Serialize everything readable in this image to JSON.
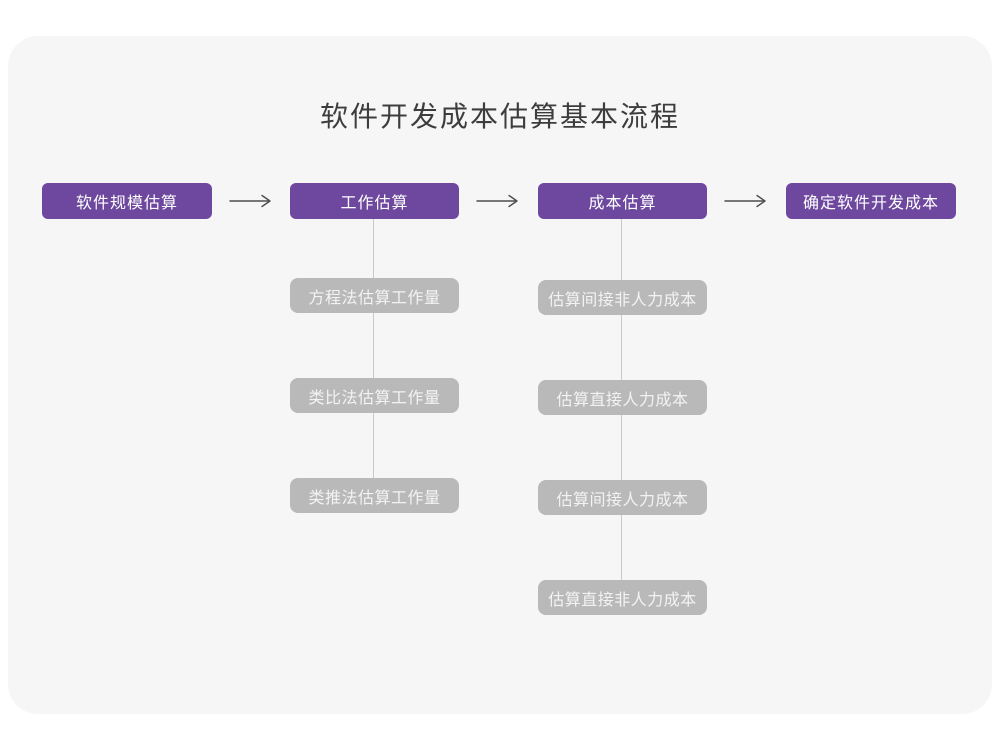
{
  "title": "软件开发成本估算基本流程",
  "colors": {
    "page_bg": "#ffffff",
    "panel_bg": "#f6f6f6",
    "stage_purple": "#6e489e",
    "substep_gray": "#b9b9b9",
    "arrow_gray": "#4d4d4d",
    "connector_gray": "#c9c9c9",
    "title_color": "#3d3d3d",
    "box_text": "#ffffff",
    "substep_text": "#f3f3f3"
  },
  "flow": {
    "stages": [
      {
        "label": "软件规模估算"
      },
      {
        "label": "工作估算",
        "substeps": [
          "方程法估算工作量",
          "类比法估算工作量",
          "类推法估算工作量"
        ]
      },
      {
        "label": "成本估算",
        "substeps": [
          "估算间接非人力成本",
          "估算直接人力成本",
          "估算间接人力成本",
          "估算直接非人力成本"
        ]
      },
      {
        "label": "确定软件开发成本"
      }
    ]
  }
}
